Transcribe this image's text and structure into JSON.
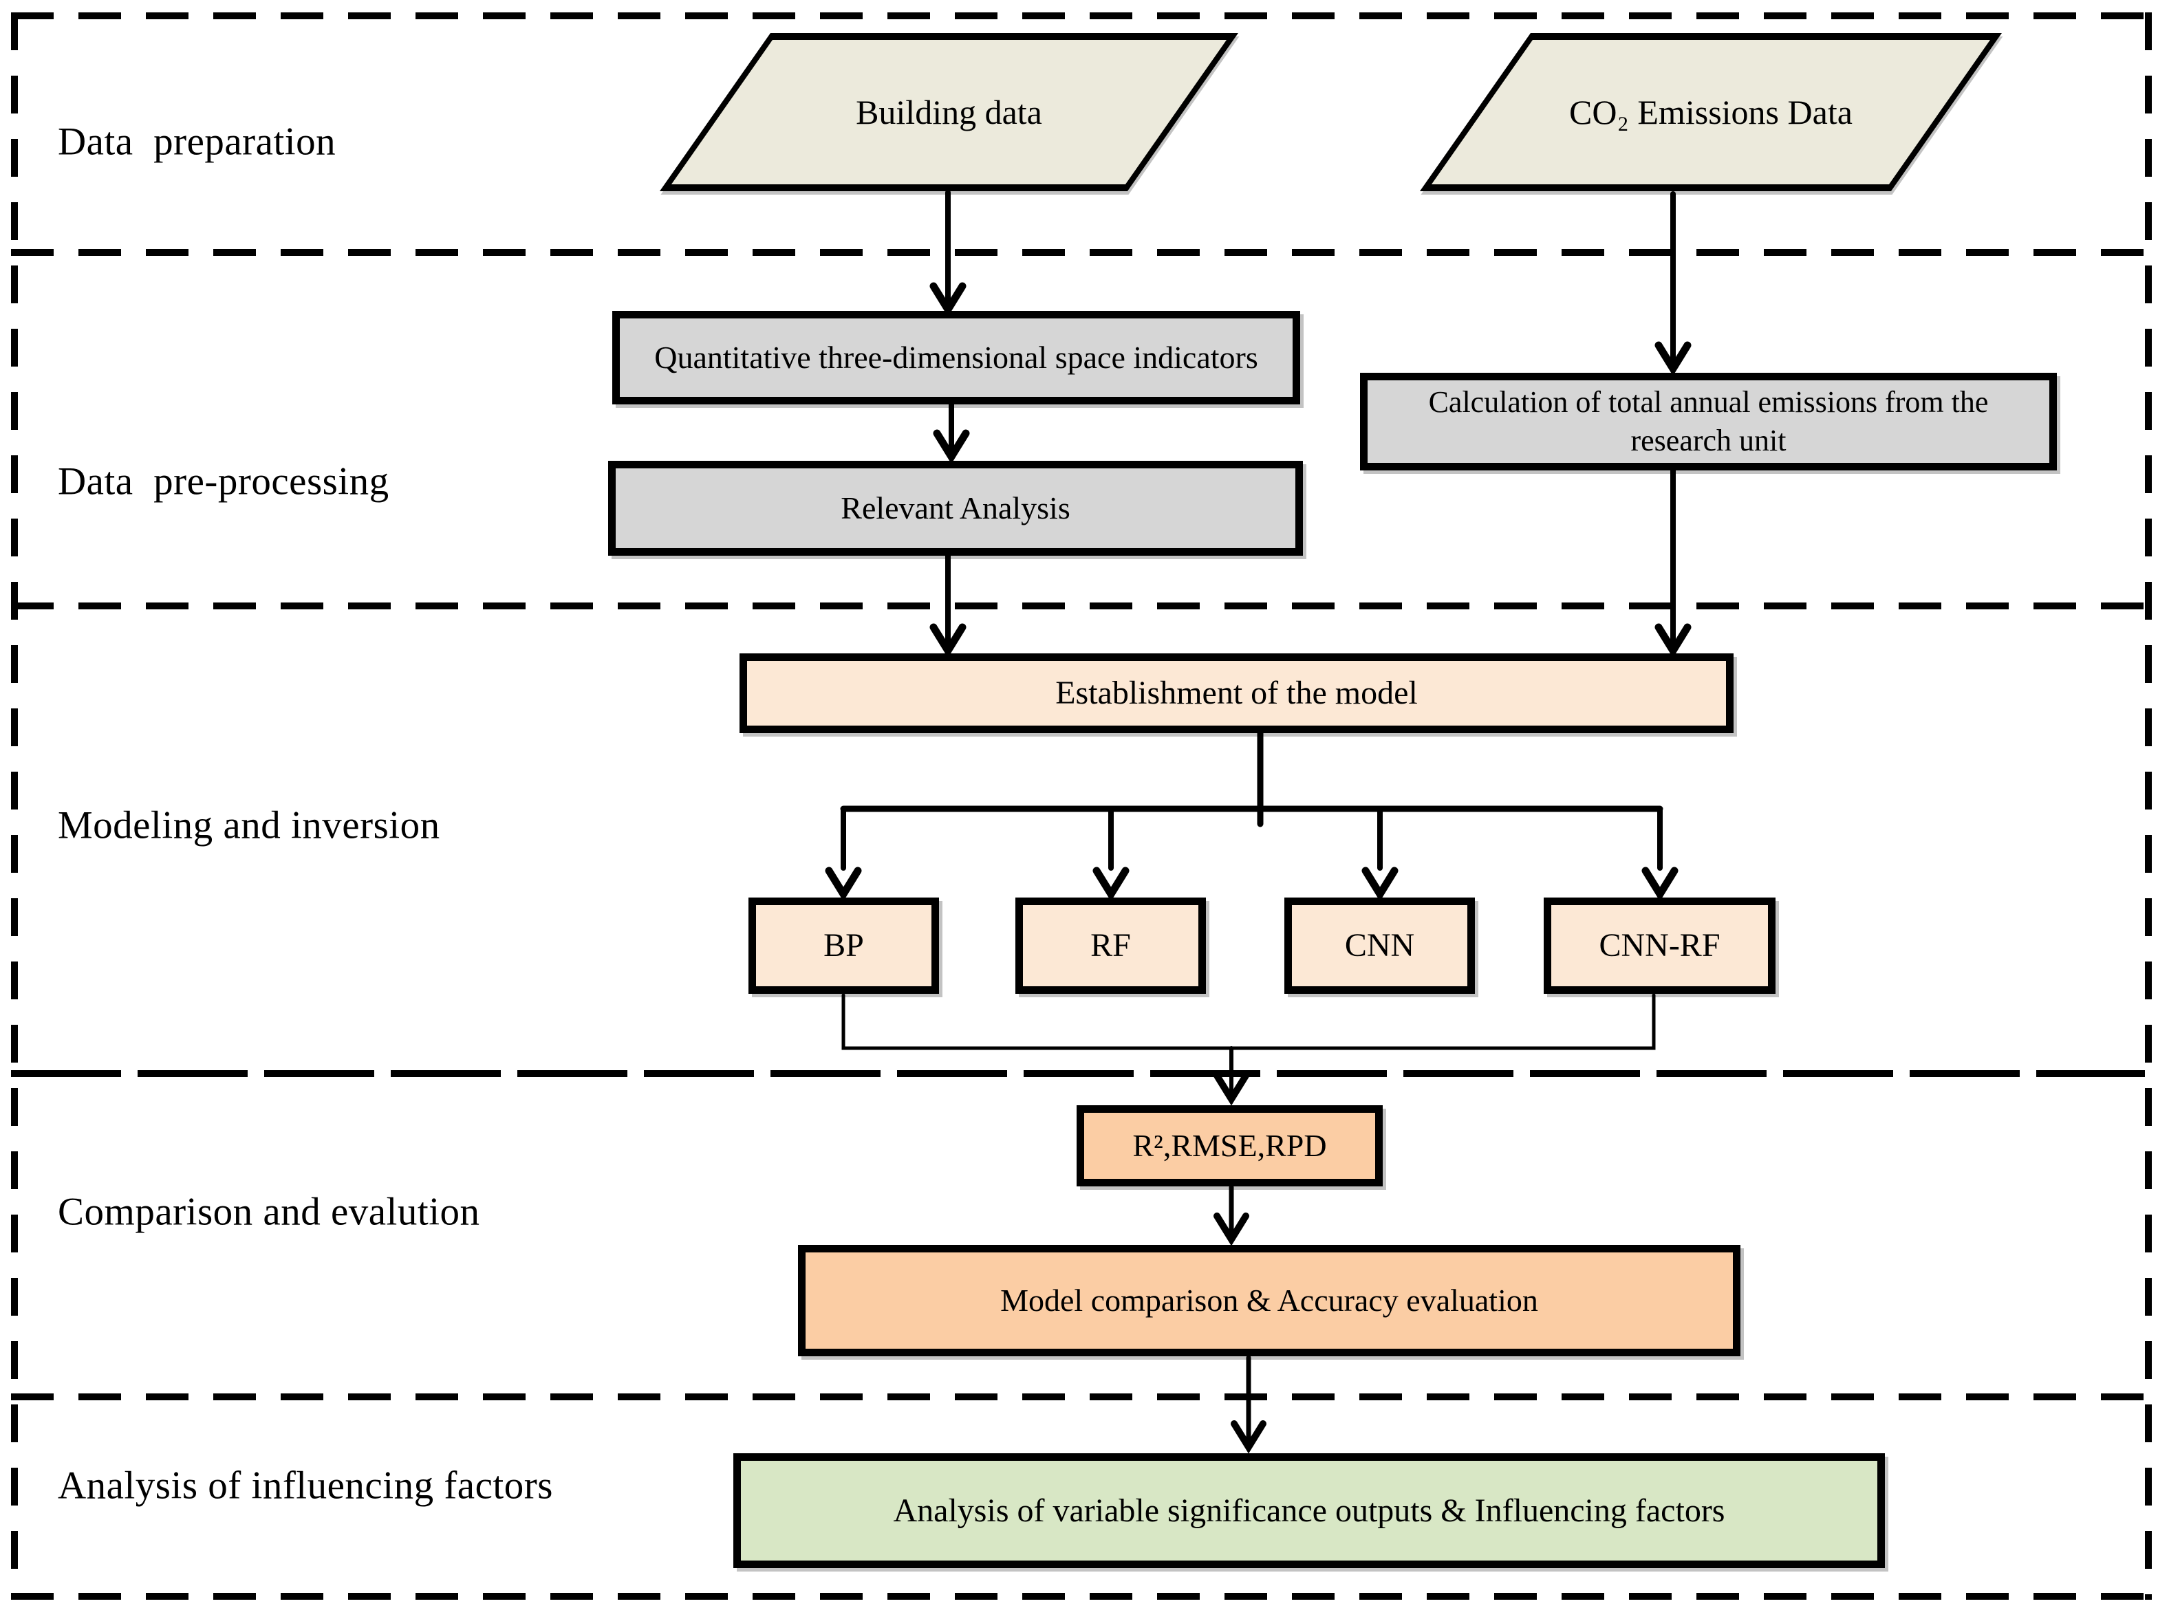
{
  "figure": {
    "type": "flowchart",
    "sections": [
      {
        "id": "data-preparation",
        "label": "Data  preparation"
      },
      {
        "id": "data-pre-processing",
        "label": "Data  pre-processing"
      },
      {
        "id": "modeling-and-inversion",
        "label": "Modeling and inversion"
      },
      {
        "id": "comparison-and-evaluation",
        "label": "Comparison and evalution"
      },
      {
        "id": "analysis-of-influencing-factors",
        "label": "Analysis of influencing factors"
      }
    ],
    "nodes": {
      "building_data": "Building data",
      "co2_emissions": "CO₂ Emissions Data",
      "quantitative": "Quantitative three-dimensional space indicators",
      "calculation": "Calculation of total annual emissions from the research unit",
      "relevant": "Relevant Analysis",
      "establishment": "Establishment of the model",
      "bp": "BP",
      "rf": "RF",
      "cnn": "CNN",
      "cnn_rf": "CNN-RF",
      "metrics": "R²,RMSE,RPD",
      "comparison": "Model comparison & Accuracy evaluation",
      "analysis": "Analysis of variable significance outputs & Influencing factors"
    },
    "colors": {
      "parallelogram_fill": "#eceadc",
      "process_fill": "#d6d6d6",
      "model_fill": "#fce8d5",
      "metric_fill": "#fbcda4",
      "result_fill": "#d8e7c5",
      "border": "#000000",
      "shadow": "#c3c3c3"
    }
  }
}
